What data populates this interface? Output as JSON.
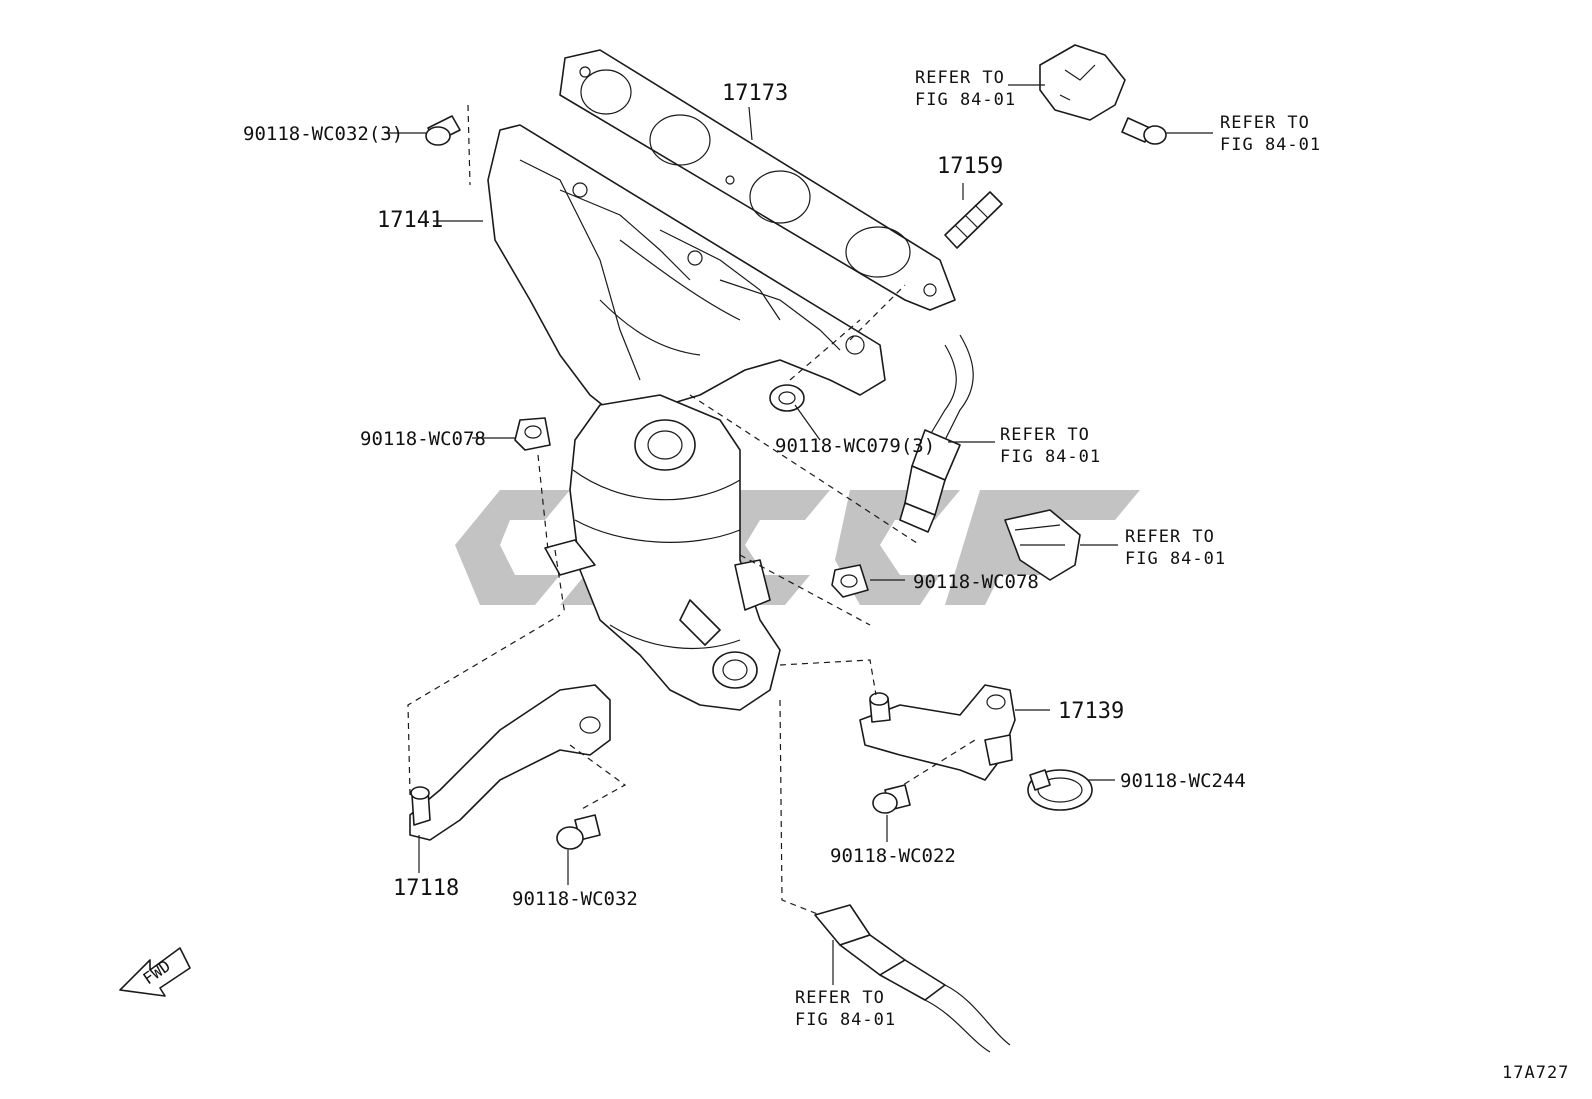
{
  "labels": {
    "bolt_top": "90118-WC032(3)",
    "manifold": "17141",
    "gasket": "17173",
    "stud": "17159",
    "refer_top_1a": "REFER TO",
    "refer_top_1b": "FIG 84-01",
    "refer_top_2a": "REFER TO",
    "refer_top_2b": "FIG 84-01",
    "nut_left": "90118-WC078",
    "nut_mid": "90118-WC079(3)",
    "refer_sensor_a": "REFER TO",
    "refer_sensor_b": "FIG 84-01",
    "refer_clamp_a": "REFER TO",
    "refer_clamp_b": "FIG 84-01",
    "nut_right": "90118-WC078",
    "bracket_right": "17139",
    "clamp": "90118-WC244",
    "bolt_right": "90118-WC022",
    "bracket_left": "17118",
    "bolt_bottom": "90118-WC032",
    "refer_bottom_a": "REFER TO",
    "refer_bottom_b": "FIG 84-01",
    "fwd": "FWD",
    "diagram_id": "17A727"
  }
}
